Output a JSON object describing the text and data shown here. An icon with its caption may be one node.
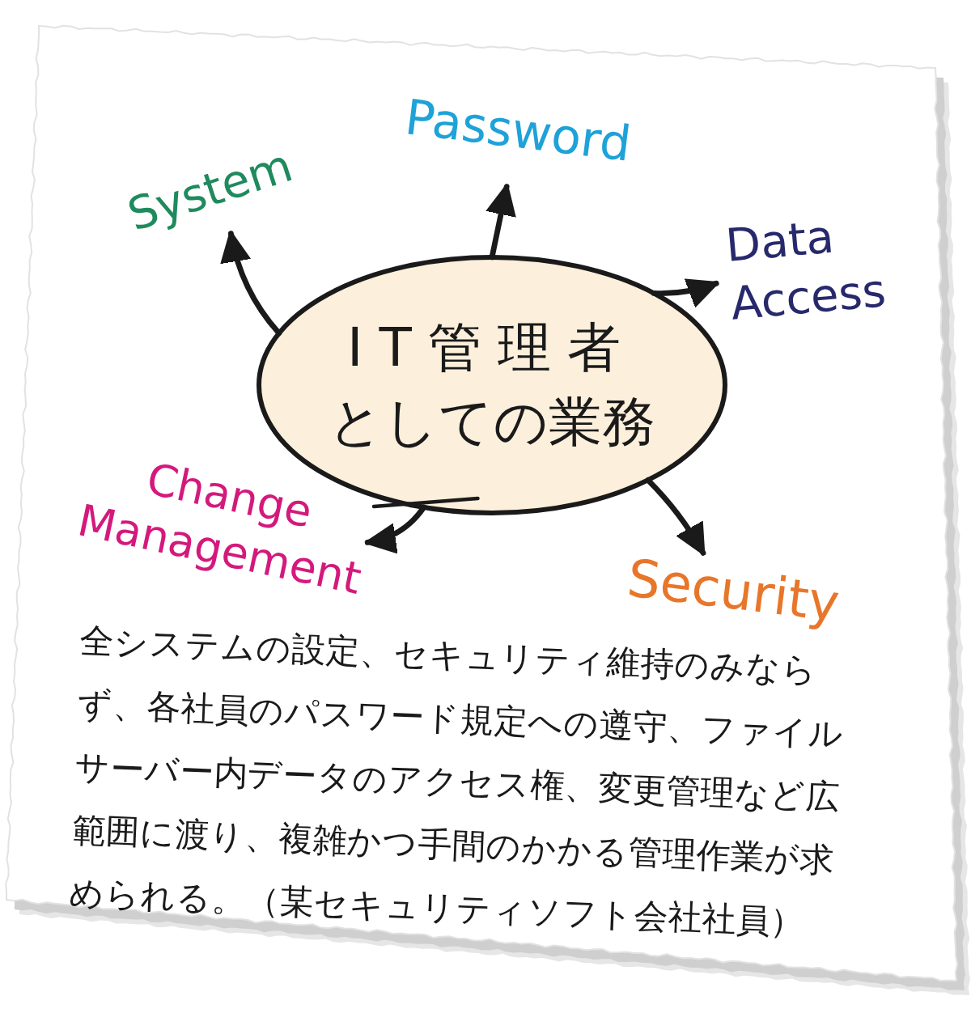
{
  "diagram": {
    "nodes": [
      {
        "text": [
          "System"
        ]
      },
      {
        "text": [
          "Password"
        ]
      },
      {
        "text": [
          "Data Access"
        ]
      },
      {
        "text": [
          "IT管理者としての業務"
        ]
      },
      {
        "text": [
          "Change Management"
        ]
      },
      {
        "text": [
          "Security"
        ]
      }
    ],
    "edges": [
      {
        "from": 3,
        "to": 0,
        "arrow": "to"
      },
      {
        "from": 3,
        "to": 1,
        "arrow": "to"
      },
      {
        "from": 3,
        "to": 2,
        "arrow": "to"
      },
      {
        "from": 3,
        "to": 4,
        "arrow": "to"
      },
      {
        "from": 3,
        "to": 5,
        "arrow": "to"
      }
    ],
    "labels": [
      "全システムの設定、セキュリティ維持のみならず、各社員のパスワード規定への遵守、ファイルサーバー内データのアクセス権、変更管理など広範囲に渡り、複雑かつ手間のかかる管理作業が求められる。（某セキュリティソフト会社社員）"
    ]
  }
}
